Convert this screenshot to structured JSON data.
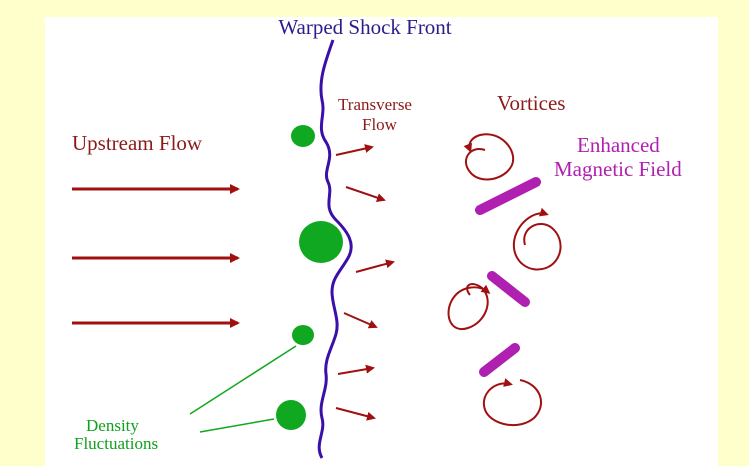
{
  "title": "Warped Shock Front",
  "labels": {
    "upstream_flow": "Upstream Flow",
    "transverse_line1": "Transverse",
    "transverse_line2": "Flow",
    "vortices": "Vortices",
    "enhanced_line1": "Enhanced",
    "enhanced_line2": "Magnetic Field",
    "density_line1": "Density",
    "density_line2": "Fluctuations"
  },
  "colors": {
    "page_background": "#FFFFCC",
    "panel_background": "#FFFFFF",
    "title": "#2B1C8C",
    "shock_front": "#3A10A8",
    "flow_arrows": "#A01010",
    "labels_red": "#8B1A1A",
    "density_blobs": "#10A820",
    "density_label": "#10A020",
    "magnetic_field": "#B020B0",
    "vortices": "#A01010"
  }
}
